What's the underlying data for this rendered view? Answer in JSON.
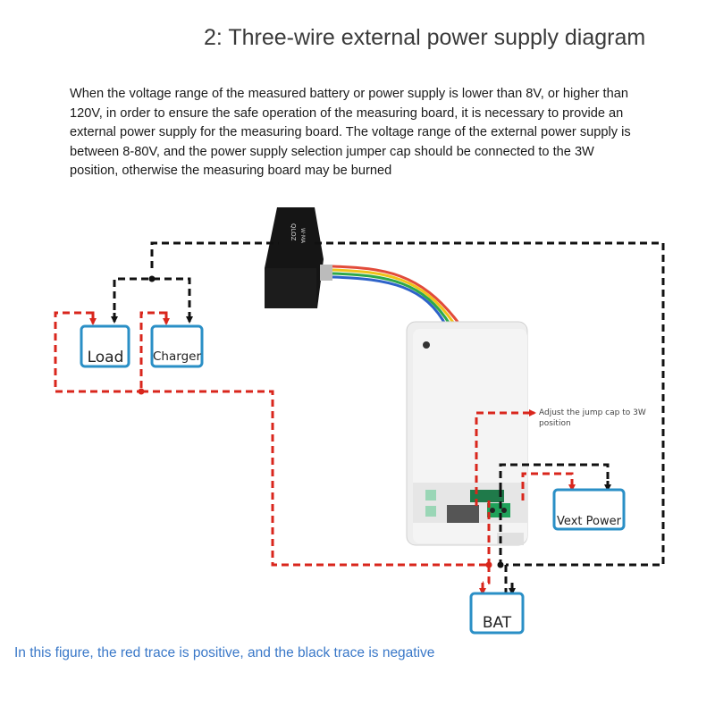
{
  "title": "2: Three-wire external power supply diagram",
  "description": "When the voltage range of the measured battery or power supply is lower than 8V, or higher than 120V, in order to ensure the safe operation of the measuring board, it is necessary to provide an external power supply for the measuring board. The voltage range of the external power supply is between 8-80V, and the power supply selection jumper cap should be connected to the 3W position, otherwise the measuring board may be burned",
  "nodes": {
    "load": "Load",
    "charger": "Charger",
    "vext": "Vext Power",
    "bat": "BAT"
  },
  "annotation": {
    "line1": "Adjust the jump cap to 3W",
    "line2": "position"
  },
  "legend_caption": "In this figure, the red trace is positive, and the black trace is negative",
  "colors": {
    "positive": "#d9261c",
    "negative": "#111111",
    "box_border": "#2a8fc6",
    "caption": "#3a78c8"
  }
}
